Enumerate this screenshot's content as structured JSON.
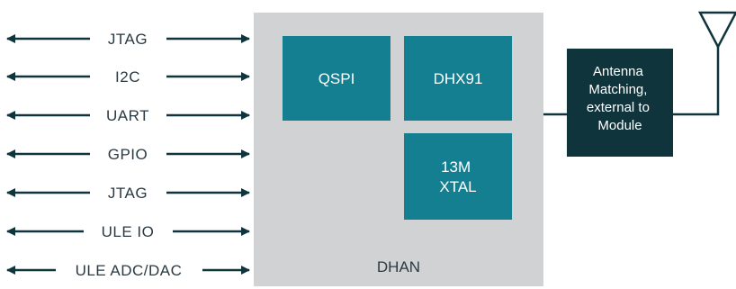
{
  "colors": {
    "module_fill": "#d0d2d3",
    "block_fill": "#137f91",
    "antenna_box_fill": "#10343c",
    "line": "#10343c",
    "text_dark": "#2b3a42",
    "text_light": "#ffffff"
  },
  "interfaces": [
    {
      "label": "JTAG"
    },
    {
      "label": "I2C"
    },
    {
      "label": "UART"
    },
    {
      "label": "GPIO"
    },
    {
      "label": "JTAG"
    },
    {
      "label": "ULE IO"
    },
    {
      "label": "ULE ADC/DAC"
    }
  ],
  "module": {
    "label": "DHAN",
    "blocks": {
      "qspi": "QSPI",
      "dhx91": "DHX91",
      "xtal": [
        "13M",
        "XTAL"
      ]
    }
  },
  "antenna_matching": {
    "lines": [
      "Antenna",
      "Matching,",
      "external to",
      "Module"
    ]
  }
}
